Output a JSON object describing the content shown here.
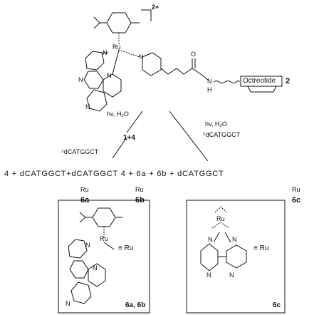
{
  "top": {
    "charge": "2+",
    "ru": "Ru",
    "n_upper_left": "N",
    "n_upper_right": "N",
    "n_mid": "N",
    "n_left": "N",
    "n_low": "N",
    "n_amide": "N",
    "h_amide": "H",
    "o": "O",
    "peptide": "Octreotide",
    "compound": "2"
  },
  "conditions": {
    "left_light": "hv, H₂O",
    "left_product": "1+4",
    "left_dna": "⁵dCATGGCT",
    "right_light": "hv, H₂O",
    "right_dna": "⁵dCATGGCT"
  },
  "equation": {
    "text": "4 + dCATGGCT+dCATGGCT  4 + 6a + 6b + dCATGGCT",
    "ru_a": "Ru",
    "ru_b": "Ru",
    "ru_c": "Ru",
    "label_6a": "6a",
    "label_6b": "6b",
    "label_6c": "6c"
  },
  "box_left": {
    "ru": "Ru",
    "n1": "N",
    "n2": "N",
    "n3": "N",
    "eq_ru": "≡ Ru",
    "labels": "6a, 6b"
  },
  "box_right": {
    "ru": "Ru",
    "n1": "N",
    "n2": "N",
    "n3": "N",
    "n4": "N",
    "eq_ru": "≡ Ru",
    "label": "6c"
  }
}
